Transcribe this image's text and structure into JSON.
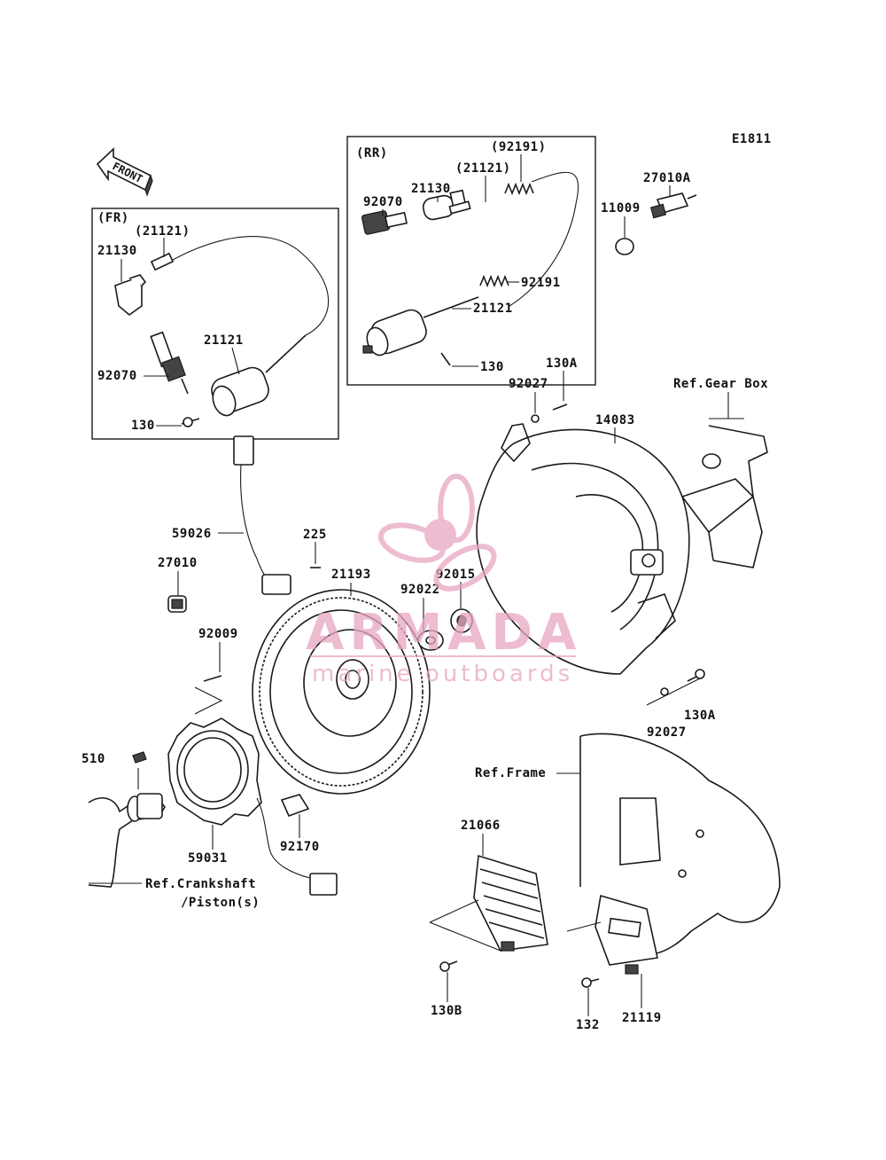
{
  "diagram_code": "E1811",
  "direction_label": "FRONT",
  "groups": {
    "front": "(FR)",
    "rear": "(RR)"
  },
  "watermark": {
    "brand": "ARMADA",
    "tagline": "marine outboards",
    "color": "#e7a6c2"
  },
  "labels": {
    "fr_21121_paren": "(21121)",
    "fr_21130": "21130",
    "fr_21121": "21121",
    "fr_92070": "92070",
    "fr_130": "130",
    "rr_92191_paren": "(92191)",
    "rr_21121_paren": "(21121)",
    "rr_21130": "21130",
    "rr_92070": "92070",
    "rr_92191": "92191",
    "rr_21121": "21121",
    "rr_130": "130",
    "p27010A": "27010A",
    "p11009": "11009",
    "p130A_top": "130A",
    "p92027_top": "92027",
    "p14083": "14083",
    "ref_gear_box": "Ref.Gear Box",
    "p59026": "59026",
    "p225": "225",
    "p27010": "27010",
    "p21193": "21193",
    "p92015": "92015",
    "p92022": "92022",
    "p92009": "92009",
    "p130A_bot": "130A",
    "p92027_bot": "92027",
    "p510": "510",
    "ref_frame": "Ref.Frame",
    "p21066": "21066",
    "p59031": "59031",
    "p92170": "92170",
    "ref_crankshaft": "Ref.Crankshaft",
    "ref_piston": "/Piston(s)",
    "p130B": "130B",
    "p132": "132",
    "p21119": "21119"
  }
}
